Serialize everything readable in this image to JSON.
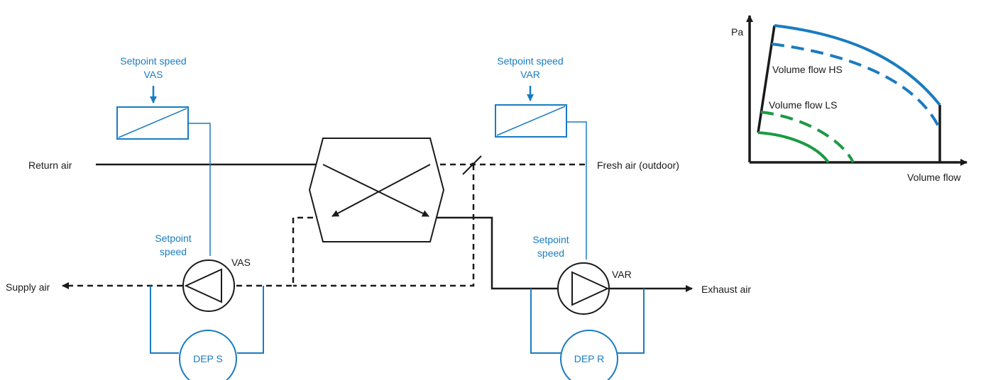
{
  "colors": {
    "line": "#1a1a1a",
    "control": "#1a7cc0",
    "curve_hs": "#1a7cc0",
    "curve_ls": "#1a9a44"
  },
  "labels": {
    "return_air": "Return air",
    "fresh_air": "Fresh air (outdoor)",
    "supply_air": "Supply air",
    "exhaust_air": "Exhaust air"
  },
  "controllers": {
    "vas": {
      "setpoint_line1": "Setpoint speed",
      "setpoint_line2": "VAS"
    },
    "var": {
      "setpoint_line1": "Setpoint speed",
      "setpoint_line2": "VAR"
    }
  },
  "fans": {
    "vas": {
      "name": "VAS",
      "setpoint_line1": "Setpoint",
      "setpoint_line2": "speed",
      "sensor": "DEP S"
    },
    "var": {
      "name": "VAR",
      "setpoint_line1": "Setpoint",
      "setpoint_line2": "speed",
      "sensor": "DEP R"
    }
  },
  "fan_curve": {
    "y_axis": "Pa",
    "x_axis": "Volume flow",
    "hs": "Volume flow HS",
    "ls": "Volume flow LS"
  }
}
